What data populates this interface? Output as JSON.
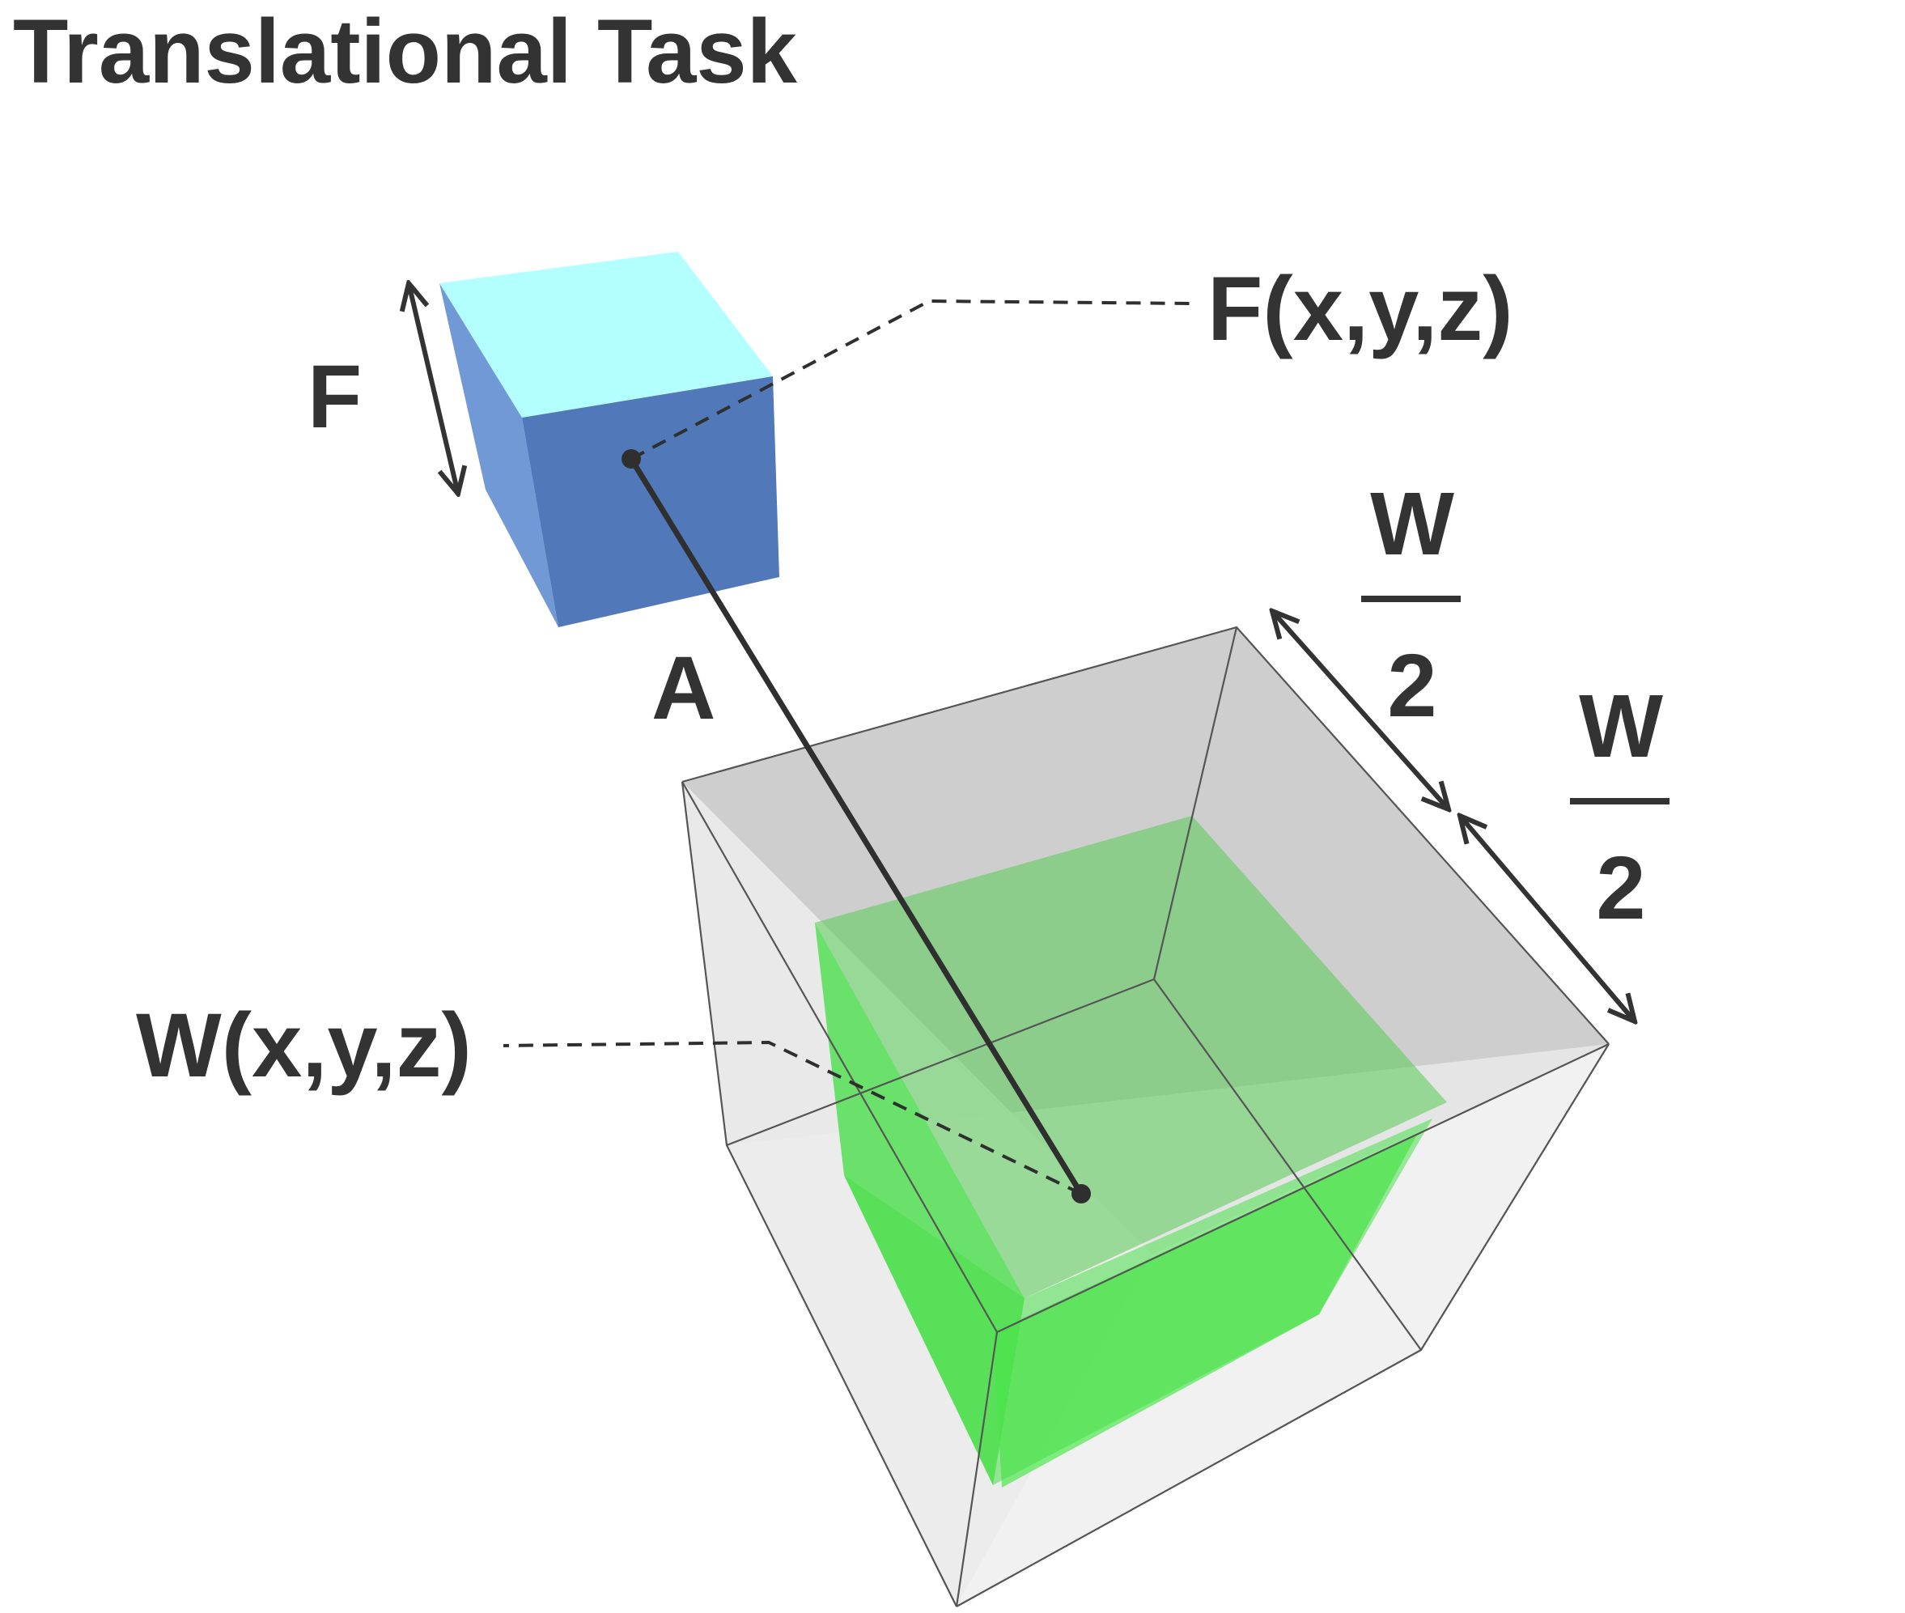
{
  "title": "Translational Task",
  "labels": {
    "cube_size": "F",
    "cube_position": "F(x,y,z)",
    "distance": "A",
    "target_position": "W(x,y,z)",
    "half_width_1": {
      "numerator": "W",
      "denominator": "2"
    },
    "half_width_2": {
      "numerator": "W",
      "denominator": "2"
    }
  },
  "colors": {
    "text": "#333333",
    "cube_top": "#b3ffff",
    "cube_front": "#5179b9",
    "cube_side": "#7199d6",
    "target_zone": "#44dd44",
    "outer_box": "#c9c9c9",
    "lines": "#2f2f2f"
  }
}
